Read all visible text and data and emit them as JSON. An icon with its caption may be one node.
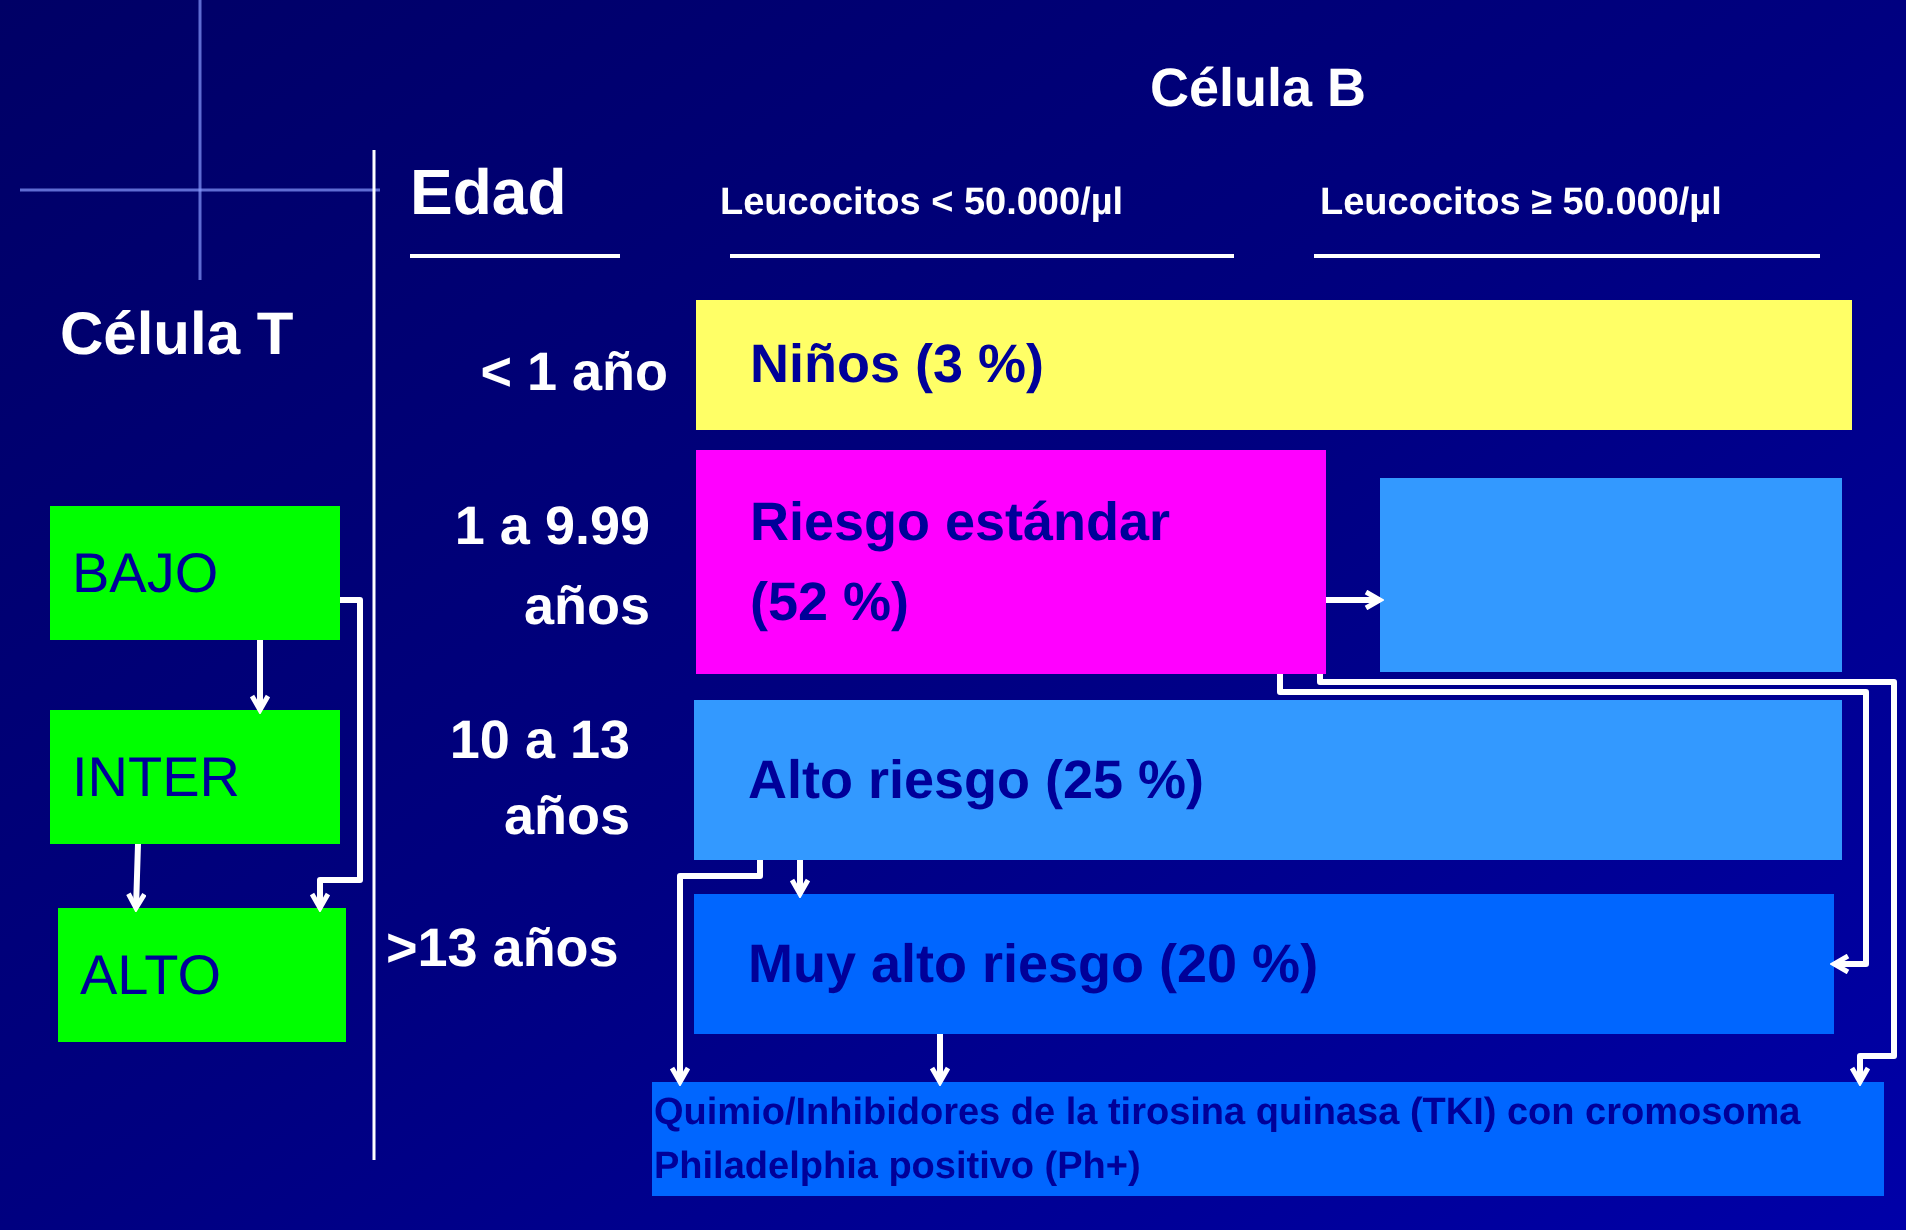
{
  "diagram": {
    "nodes": [
      {
        "text": [
          "BAJO"
        ]
      },
      {
        "text": [
          "INTER"
        ]
      },
      {
        "text": [
          "ALTO"
        ]
      },
      {
        "text": [
          "Niños (3 %)"
        ]
      },
      {
        "text": [
          "Riesgo estándar (52 %)"
        ]
      },
      {
        "text": [],
        "shape": "box"
      },
      {
        "text": [
          "Alto riesgo (25 %)"
        ]
      },
      {
        "text": [
          "Muy alto riesgo (20 %)"
        ]
      },
      {
        "text": [
          "Quimio/Inhibidores de la tirosina quinasa (TKI) con cromosoma Philadelphia positivo (Ph+)"
        ]
      }
    ],
    "edges": [
      {
        "from": 0,
        "to": 1,
        "arrow": "to"
      },
      {
        "from": 0,
        "to": 2,
        "arrow": "to"
      },
      {
        "from": 1,
        "to": 2,
        "arrow": "to"
      },
      {
        "from": 4,
        "to": 5,
        "arrow": "to"
      },
      {
        "from": 4,
        "to": 7,
        "arrow": "to"
      },
      {
        "from": 4,
        "to": 8,
        "arrow": "to"
      },
      {
        "from": 6,
        "to": 7,
        "arrow": "to"
      },
      {
        "from": 6,
        "to": 8,
        "arrow": "to"
      },
      {
        "from": 7,
        "to": 8,
        "arrow": "to"
      }
    ],
    "labels": [
      "Célula B",
      "Edad",
      "Leucocitos < 50.000/µl",
      "Leucocitos ≥ 50.000/µl",
      "Célula T",
      "< 1 año",
      "1 a 9.99 años",
      "10 a 13 años",
      ">13 años"
    ]
  }
}
